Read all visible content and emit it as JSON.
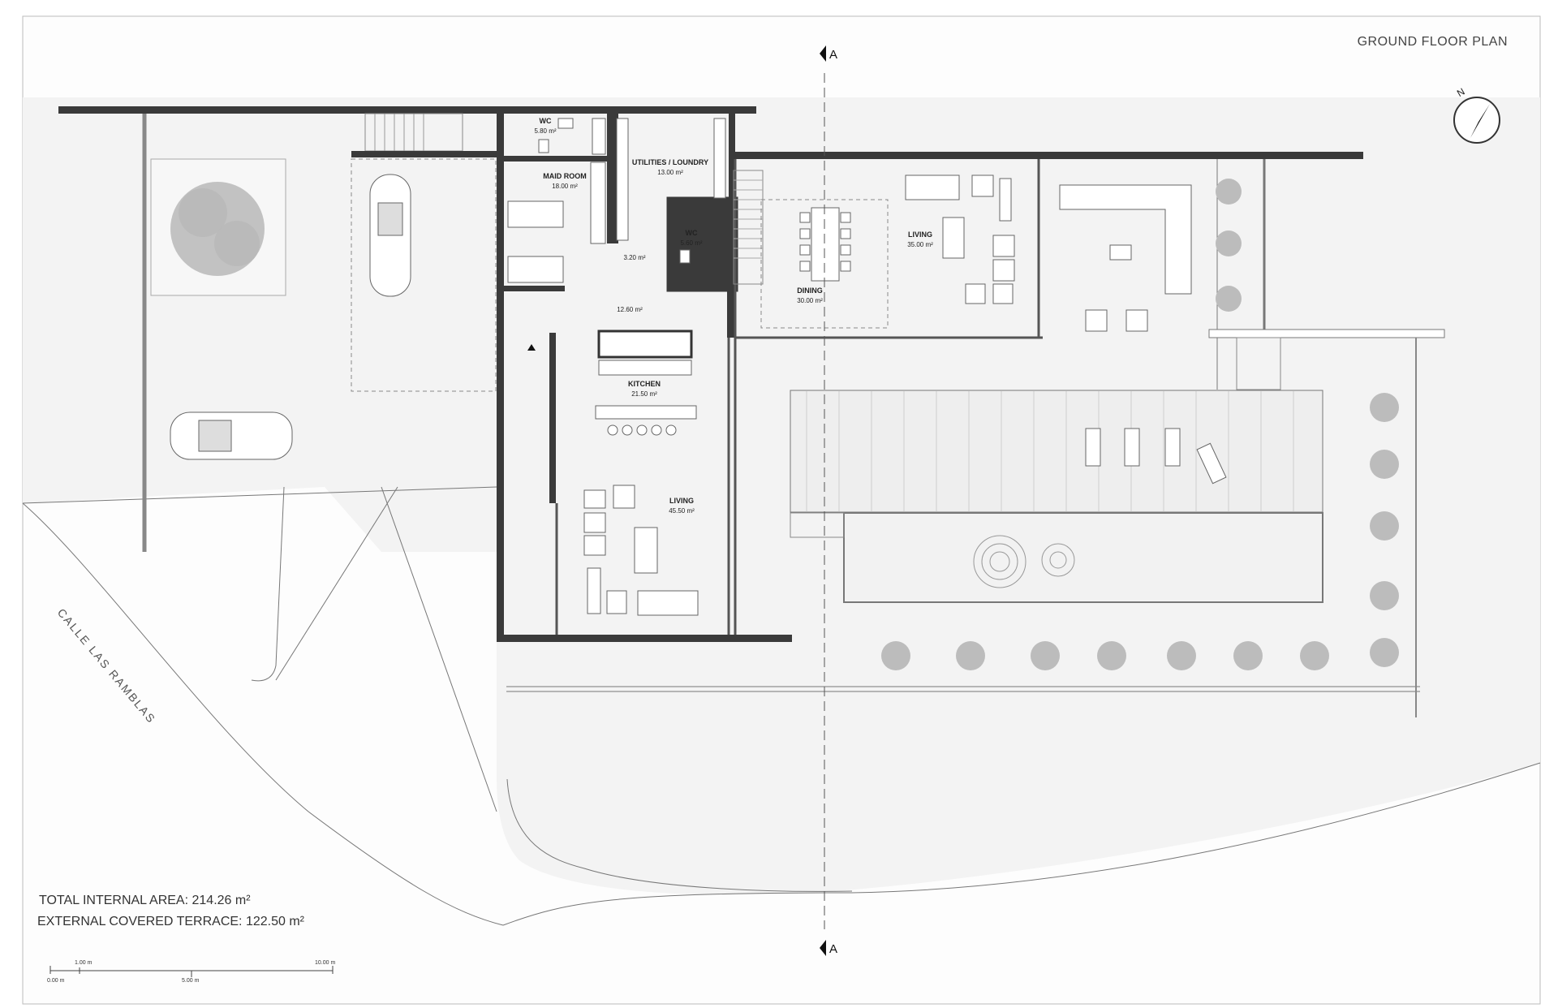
{
  "title": "GROUND FLOOR PLAN",
  "section_mark": "A",
  "street": "CALLE LAS RAMBLAS",
  "areas": {
    "total_internal": "TOTAL INTERNAL AREA: 214.26 m²",
    "external_terrace": "EXTERNAL COVERED TERRACE: 122.50 m²"
  },
  "rooms": {
    "wc1_name": "WC",
    "wc1_area": "5.80 m²",
    "maid_name": "MAID ROOM",
    "maid_area": "18.00 m²",
    "util_name": "UTILITIES / LOUNDRY",
    "util_area": "13.00 m²",
    "wc2_name": "WC",
    "wc2_area": "5.60 m²",
    "hall_small_area": "3.20 m²",
    "hall_area": "12.60 m²",
    "dining_name": "DINING",
    "dining_area": "30.00 m²",
    "living1_name": "LIVING",
    "living1_area": "35.00 m²",
    "kitchen_name": "KITCHEN",
    "kitchen_area": "21.50 m²",
    "living2_name": "LIVING",
    "living2_area": "45.50 m²"
  },
  "scale_bar": {
    "t0": "0.00 m",
    "t1": "1.00 m",
    "t5": "5.00 m",
    "t10": "10.00 m"
  },
  "icons": {
    "compass": "north-arrow-icon",
    "section": "section-arrow-icon",
    "car": "car-icon",
    "tree": "tree-icon"
  }
}
